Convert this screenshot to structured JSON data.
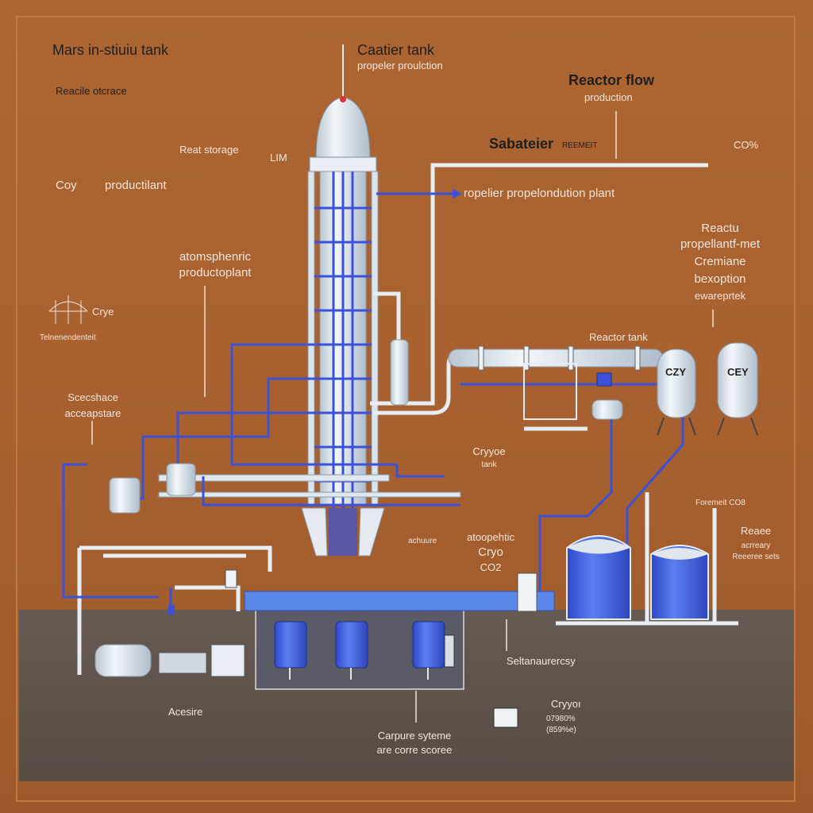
{
  "colors": {
    "background": "#a8602f",
    "ground": "#5d5049",
    "pipe_white": "#dfe8ee",
    "pipe_blue": "#3b52d8",
    "tank_blue": "#4667e0",
    "platform_blue": "#5b86ea"
  },
  "labels": {
    "title": "Mars in-stiuiu tank",
    "reactor_storage_top": "Reacile otcrace",
    "react_storage": "Reat storage",
    "lim": "LIМ",
    "coy": "Coy",
    "productilant": "productilant",
    "caatier_tank": "Caatier tank",
    "propeller_production": "propeler proulction",
    "reactor_flow": "Reactor flow",
    "production": "production",
    "sabateier": "Sabateier",
    "reemeit": "REEMEIT",
    "co2_top": "CO%",
    "propelier_plant": "ropelier propelondution plant",
    "reactor_propellant_1": "Reactu",
    "reactor_propellant_2": "propellantf-met",
    "reactor_propellant_3": "Cremiane",
    "reactor_propellant_4": "bexoption",
    "reactor_propellant_5": "ewareprtek",
    "atmospheric_1": "atomsphenric",
    "atmospheric_2": "productoplant",
    "crye": "Crye",
    "crye_sub": "Telnenendenteit",
    "scecshace_1": "Scecshace",
    "scecshace_2": "acceapstare",
    "reactor_tank": "Reactor tank",
    "cryoe_tank_1": "Cryyoe",
    "cryoe_tank_2": "tank",
    "acheure": "achuure",
    "atoopeptic_1": "atoopehtic",
    "atoopeptic_2": "Cryo",
    "atoopeptic_3": "CO2",
    "reactor_co2": "Foremeit CO8",
    "reaee_1": "Reaee",
    "reaee_2": "acrreary",
    "reaee_3": "Reeeree sets",
    "selta": "Seltanaurercsy",
    "acesire": "Acesire",
    "cryyor_1": "Cryyoı",
    "cryyor_2": "07980%",
    "cryyor_3": "(859%e)",
    "capture_1": "Carpure syteme",
    "capture_2": "are corre scoree",
    "tank_badge_1": "CZY",
    "tank_badge_2": "CEY"
  }
}
